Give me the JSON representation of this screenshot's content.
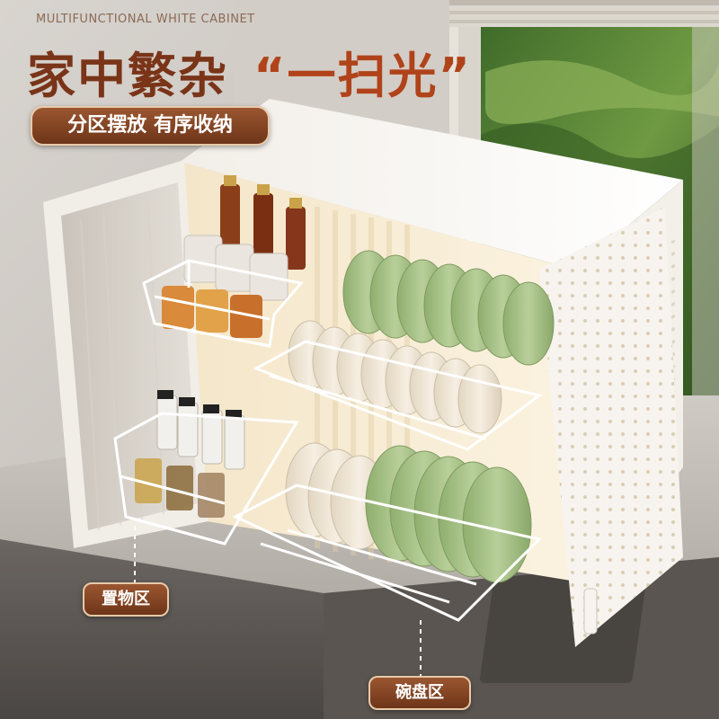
{
  "header": {
    "subtitle": "MULTIFUNCTIONAL WHITE CABINET",
    "headline_main": "家中繁杂",
    "headline_quote": "“一扫光”",
    "slogan": "分区摆放 有序收纳"
  },
  "labels": {
    "storage_zone": "置物区",
    "bowl_zone": "碗盘区"
  },
  "colors": {
    "brand_brown": "#7a3418",
    "pill_brown": "#8a4524",
    "plate_green": "#a7c08a",
    "bowl_cream": "#efe6d6"
  }
}
